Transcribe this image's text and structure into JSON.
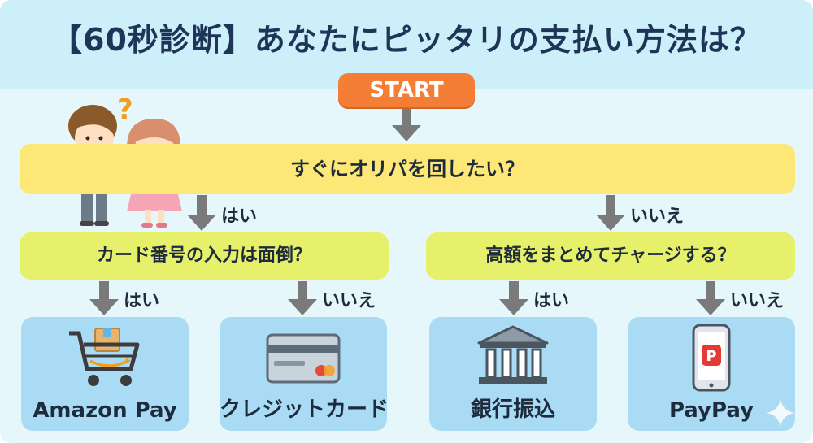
{
  "title": "【60秒診断】あなたにピッタリの支払い方法は？",
  "start": "START",
  "question_main": "すぐにオリパを回したい？",
  "question_left": "カード番号の入力は面倒？",
  "question_right": "高額をまとめてチャージする？",
  "branches": {
    "main_yes": "はい",
    "main_no": "いいえ",
    "left_yes": "はい",
    "left_no": "いいえ",
    "right_yes": "はい",
    "right_no": "いいえ"
  },
  "results": {
    "amazon_pay": "Amazon Pay",
    "credit_card": "クレジットカード",
    "bank_transfer": "銀行振込",
    "paypay": "PayPay"
  },
  "icons": {
    "amazon_pay": "shopping-cart-icon",
    "credit_card": "credit-card-icon",
    "bank_transfer": "bank-icon",
    "paypay": "smartphone-icon"
  },
  "colors": {
    "title_text": "#1e3558",
    "start": "#f47e36",
    "main_question": "#fde776",
    "sub_question": "#e6f06a",
    "result_card": "#a9dcf4",
    "arrow": "#7a7a7a"
  }
}
